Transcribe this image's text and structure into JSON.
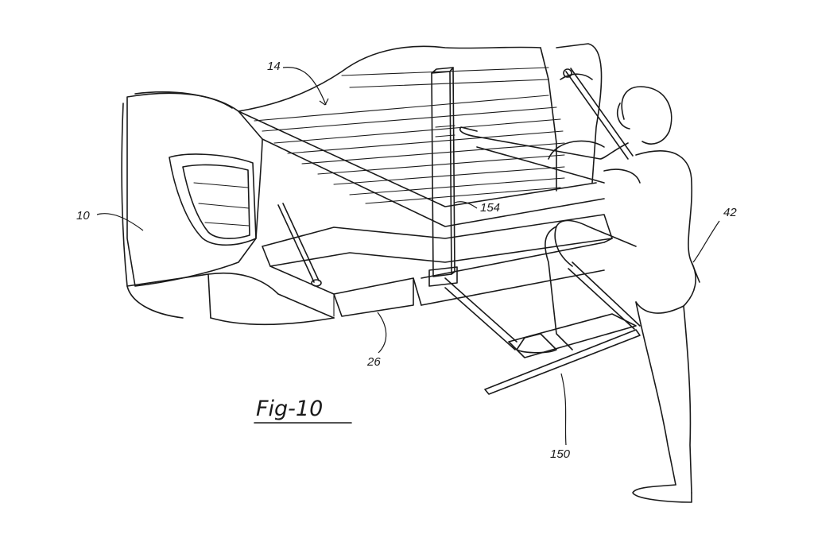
{
  "figure": {
    "caption": "Fig-10"
  },
  "reference_numerals": {
    "truck": "10",
    "bed_floor": "14",
    "tailgate": "26",
    "user": "42",
    "step": "150",
    "handle_post": "154"
  }
}
